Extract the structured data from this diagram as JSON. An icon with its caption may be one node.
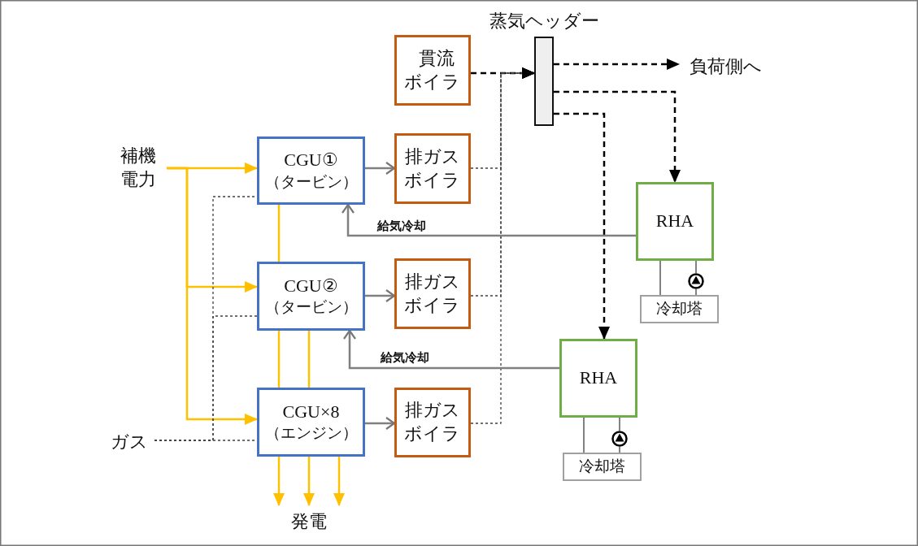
{
  "diagram": {
    "nodes": [
      {
        "text": [
          "補機電力"
        ]
      },
      {
        "text": [
          "ガス"
        ]
      },
      {
        "text": [
          "CGU①",
          "（タービン）"
        ]
      },
      {
        "text": [
          "CGU②",
          "（タービン）"
        ]
      },
      {
        "text": [
          "CGU×8",
          "（エンジン）"
        ]
      },
      {
        "text": [
          "排ガスボイラ"
        ]
      },
      {
        "text": [
          "排ガスボイラ"
        ]
      },
      {
        "text": [
          "排ガスボイラ"
        ]
      },
      {
        "text": [
          "貫流ボイラ"
        ]
      },
      {
        "text": [
          "蒸気ヘッダー"
        ]
      },
      {
        "text": [
          "負荷側へ"
        ]
      },
      {
        "text": [
          "RHA"
        ]
      },
      {
        "text": [
          "RHA"
        ]
      },
      {
        "text": [
          "冷却塔"
        ]
      },
      {
        "text": [
          "冷却塔"
        ]
      },
      {
        "text": [
          "発電"
        ]
      },
      {
        "text": [],
        "shape": "circle"
      },
      {
        "text": [],
        "shape": "circle"
      }
    ],
    "edges": [
      {
        "from": 0,
        "to": 2,
        "arrow": "to",
        "color": "#ffc000"
      },
      {
        "from": 0,
        "to": 3,
        "arrow": "to",
        "color": "#ffc000"
      },
      {
        "from": 0,
        "to": 4,
        "arrow": "to",
        "color": "#ffc000"
      },
      {
        "from": 2,
        "to": 3,
        "arrow": "none",
        "color": "#ffc000"
      },
      {
        "from": 3,
        "to": 4,
        "arrow": "none",
        "color": "#ffc000"
      },
      {
        "from": 3,
        "to": 4,
        "arrow": "none",
        "color": "#ffc000"
      },
      {
        "from": 4,
        "to": 15,
        "arrow": "to",
        "color": "#ffc000"
      },
      {
        "from": 4,
        "to": 15,
        "arrow": "to",
        "color": "#ffc000"
      },
      {
        "from": 4,
        "to": 15,
        "arrow": "to",
        "color": "#ffc000"
      },
      {
        "from": 1,
        "to": 4,
        "arrow": "none",
        "style": "dashed",
        "color": "#404040"
      },
      {
        "from": 1,
        "to": 3,
        "arrow": "none",
        "style": "dashed",
        "color": "#404040"
      },
      {
        "from": 1,
        "to": 2,
        "arrow": "none",
        "style": "dashed",
        "color": "#404040"
      },
      {
        "from": 2,
        "to": 5,
        "arrow": "to",
        "color": "#808080"
      },
      {
        "from": 3,
        "to": 6,
        "arrow": "to",
        "color": "#808080"
      },
      {
        "from": 4,
        "to": 7,
        "arrow": "to",
        "color": "#808080"
      },
      {
        "from": 8,
        "to": 9,
        "arrow": "to",
        "style": "dashed",
        "color": "#000000"
      },
      {
        "from": 5,
        "to": 9,
        "arrow": "to",
        "style": "dashed",
        "color": "#404040"
      },
      {
        "from": 6,
        "to": 9,
        "arrow": "to",
        "style": "dashed",
        "color": "#404040"
      },
      {
        "from": 7,
        "to": 9,
        "arrow": "to",
        "style": "dashed",
        "color": "#404040"
      },
      {
        "from": 9,
        "to": 10,
        "arrow": "to",
        "style": "dashed",
        "color": "#000000"
      },
      {
        "from": 9,
        "to": 11,
        "arrow": "to",
        "style": "dashed",
        "color": "#000000"
      },
      {
        "from": 9,
        "to": 12,
        "arrow": "to",
        "style": "dashed",
        "color": "#000000"
      },
      {
        "from": 11,
        "to": 2,
        "arrow": "to",
        "label": "給気冷却",
        "color": "#808080"
      },
      {
        "from": 12,
        "to": 3,
        "arrow": "to",
        "label": "給気冷却",
        "color": "#808080"
      },
      {
        "from": 11,
        "to": 13,
        "arrow": "none",
        "color": "#404040"
      },
      {
        "from": 11,
        "to": 16,
        "arrow": "none",
        "color": "#404040"
      },
      {
        "from": 12,
        "to": 14,
        "arrow": "none",
        "color": "#404040"
      },
      {
        "from": 12,
        "to": 17,
        "arrow": "none",
        "color": "#404040"
      },
      {
        "from": 16,
        "to": 13,
        "arrow": "none",
        "color": "#404040"
      },
      {
        "from": 17,
        "to": 14,
        "arrow": "none",
        "color": "#404040"
      }
    ]
  }
}
